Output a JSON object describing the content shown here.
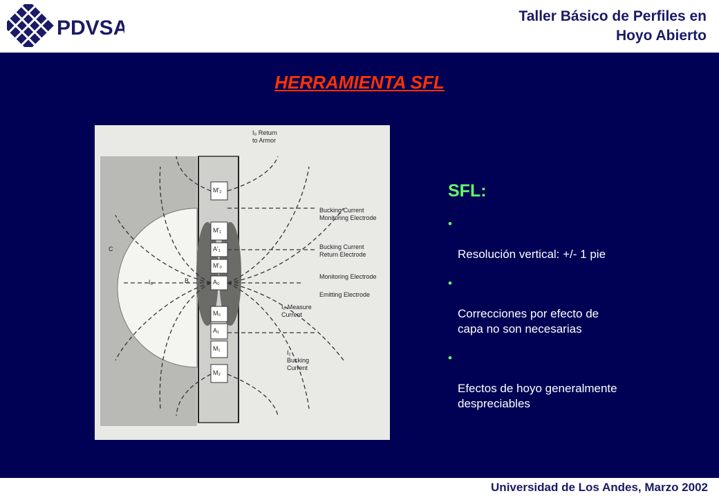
{
  "header": {
    "logo_text": "PDVSA",
    "title": "Taller Básico de Perfiles en\nHoyo Abierto"
  },
  "slide": {
    "title": "HERRAMIENTA SFL"
  },
  "figure": {
    "labels": {
      "return": "I₀ Return\nto Armor",
      "bucking_monitoring": "Bucking Current\nMonitoring Electrode",
      "bucking_return": "Bucking Current\nReturn Electrode",
      "monitoring": "Monitoring Electrode",
      "emitting": "Emitting Electrode",
      "measure": "I₀ Measure\nCurrent",
      "bucking_current": "I₁\nBucking\nCurrent",
      "c": "C",
      "b": "B",
      "i0": "I₀"
    },
    "electrodes": [
      "M'₂",
      "M'₁",
      "A'₁",
      "M'₀",
      "A₀",
      "M₀",
      "A₁",
      "M₁",
      "M₂"
    ]
  },
  "content": {
    "heading": "SFL:",
    "bullets": [
      "Resolución vertical: +/- 1 pie",
      "Correcciones por efecto de\n capa no son necesarias",
      "Efectos de hoyo generalmente\n despreciables"
    ]
  },
  "footer": {
    "text": "Universidad de Los Andes, Marzo 2002"
  },
  "colors": {
    "background": "#000055",
    "title": "#ff3300",
    "accent": "#66ff66",
    "header_text": "#1a1a66"
  }
}
